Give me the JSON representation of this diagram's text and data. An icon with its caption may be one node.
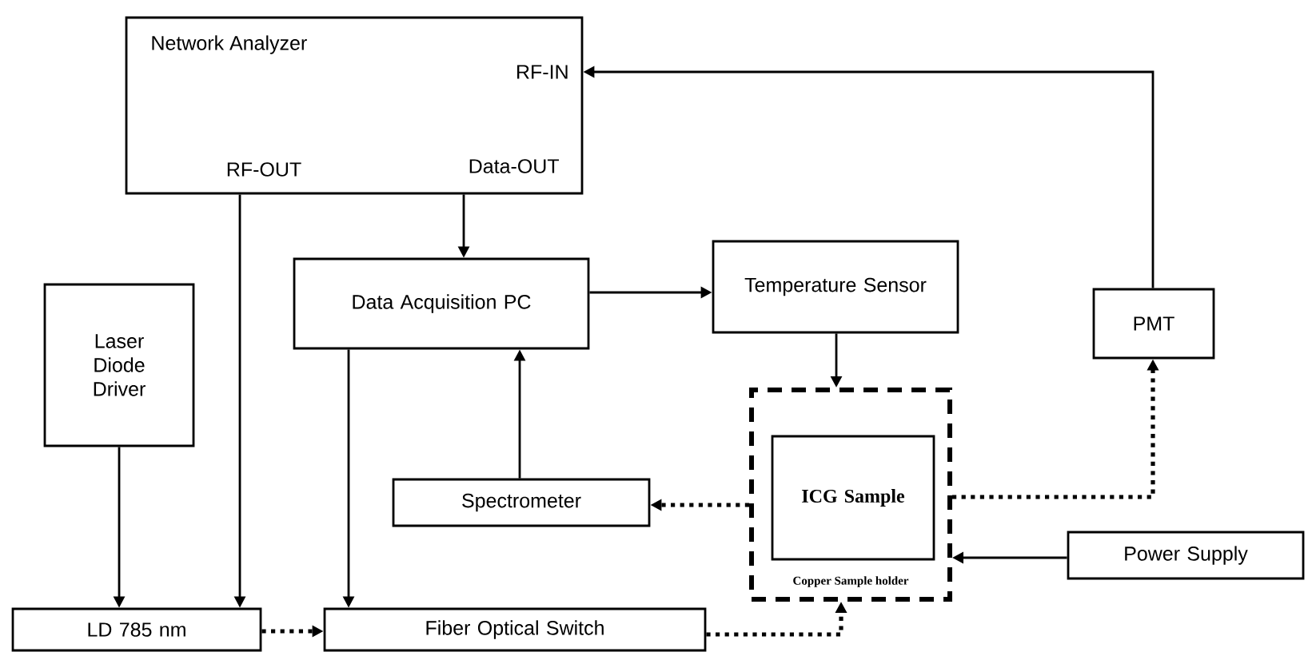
{
  "diagram": {
    "nodes": [
      {
        "text": [
          "Network Analyzer",
          "RF-IN",
          "RF-OUT",
          "Data-OUT"
        ]
      },
      {
        "text": [
          "Laser Diode Driver"
        ]
      },
      {
        "text": [
          "Data Acquisition PC"
        ]
      },
      {
        "text": [
          "Temperature Sensor"
        ]
      },
      {
        "text": [
          "PMT"
        ]
      },
      {
        "text": [
          "Spectrometer"
        ]
      },
      {
        "text": [
          "Copper Sample holder"
        ]
      },
      {
        "text": [
          "ICG Sample"
        ],
        "in": 6
      },
      {
        "text": [
          "Power Supply"
        ]
      },
      {
        "text": [
          "LD 785 nm"
        ]
      },
      {
        "text": [
          "Fiber Optical Switch"
        ]
      }
    ],
    "edges": [
      {
        "from": 4,
        "to": 0,
        "arrow": "to"
      },
      {
        "from": 0,
        "to": 9,
        "arrow": "to"
      },
      {
        "from": 0,
        "to": 2,
        "arrow": "to"
      },
      {
        "from": 1,
        "to": 9,
        "arrow": "to"
      },
      {
        "from": 2,
        "to": 10,
        "arrow": "to"
      },
      {
        "from": 2,
        "to": 3,
        "arrow": "to"
      },
      {
        "from": 3,
        "to": 6,
        "arrow": "to"
      },
      {
        "from": 5,
        "to": 2,
        "arrow": "to"
      },
      {
        "from": 6,
        "to": 5,
        "arrow": "to",
        "style": "dashed"
      },
      {
        "from": 6,
        "to": 4,
        "arrow": "to",
        "style": "dashed"
      },
      {
        "from": 8,
        "to": 6,
        "arrow": "to"
      },
      {
        "from": 9,
        "to": 10,
        "arrow": "to",
        "style": "dashed"
      },
      {
        "from": 10,
        "to": 6,
        "arrow": "to",
        "style": "dashed"
      }
    ]
  }
}
